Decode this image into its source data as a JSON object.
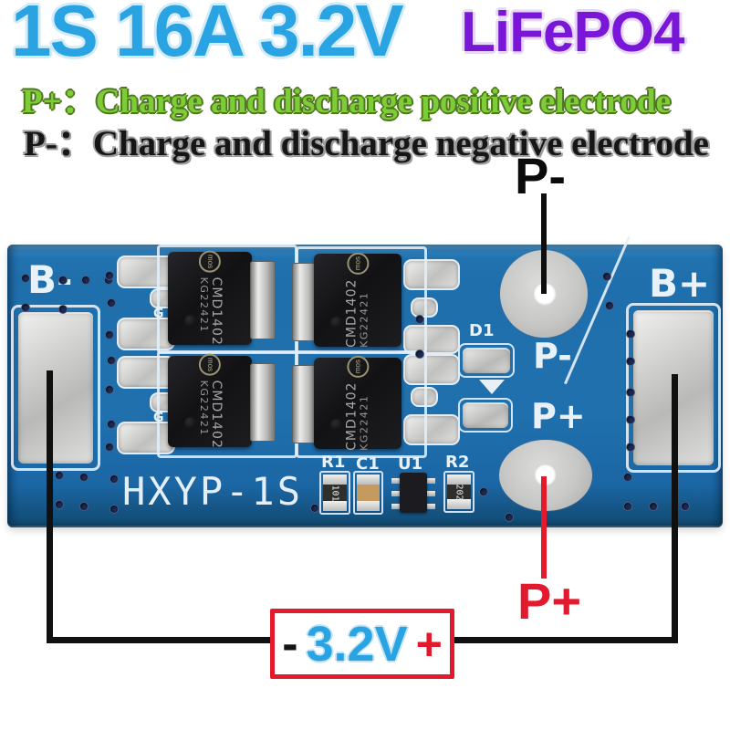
{
  "header": {
    "title_left": "1S 16A 3.2V",
    "title_right": "LiFePO4",
    "line1_label": "P+：",
    "line1_text": "Charge and discharge positive electrode",
    "line2_label": "P-：",
    "line2_text": "Charge and discharge negative electrode"
  },
  "annotations": {
    "top_terminal": "P-",
    "bottom_terminal": "P+",
    "battery": {
      "minus": "-",
      "voltage": "3.2V",
      "plus": "+"
    }
  },
  "board": {
    "model": "HXYP-1S",
    "silkscreen": {
      "b_minus": "B-",
      "b_plus": "B+",
      "p_minus": "P-",
      "p_plus": "P+",
      "d1": "D1",
      "r1": "R1",
      "c1": "C1",
      "u1": "U1",
      "r2": "R2",
      "gate": "G"
    },
    "mosfet": {
      "logo": "mos",
      "part": "CMD1402",
      "lot": "KG22421"
    },
    "r1_value": "101",
    "r2_value": "202"
  },
  "colors": {
    "title_blue": "#2aa3e2",
    "title_purple": "#7916d8",
    "label_green": "#7ccd38",
    "wire_black": "#101010",
    "wire_red": "#e3192d",
    "pcb_blue": "#1f6fad"
  }
}
